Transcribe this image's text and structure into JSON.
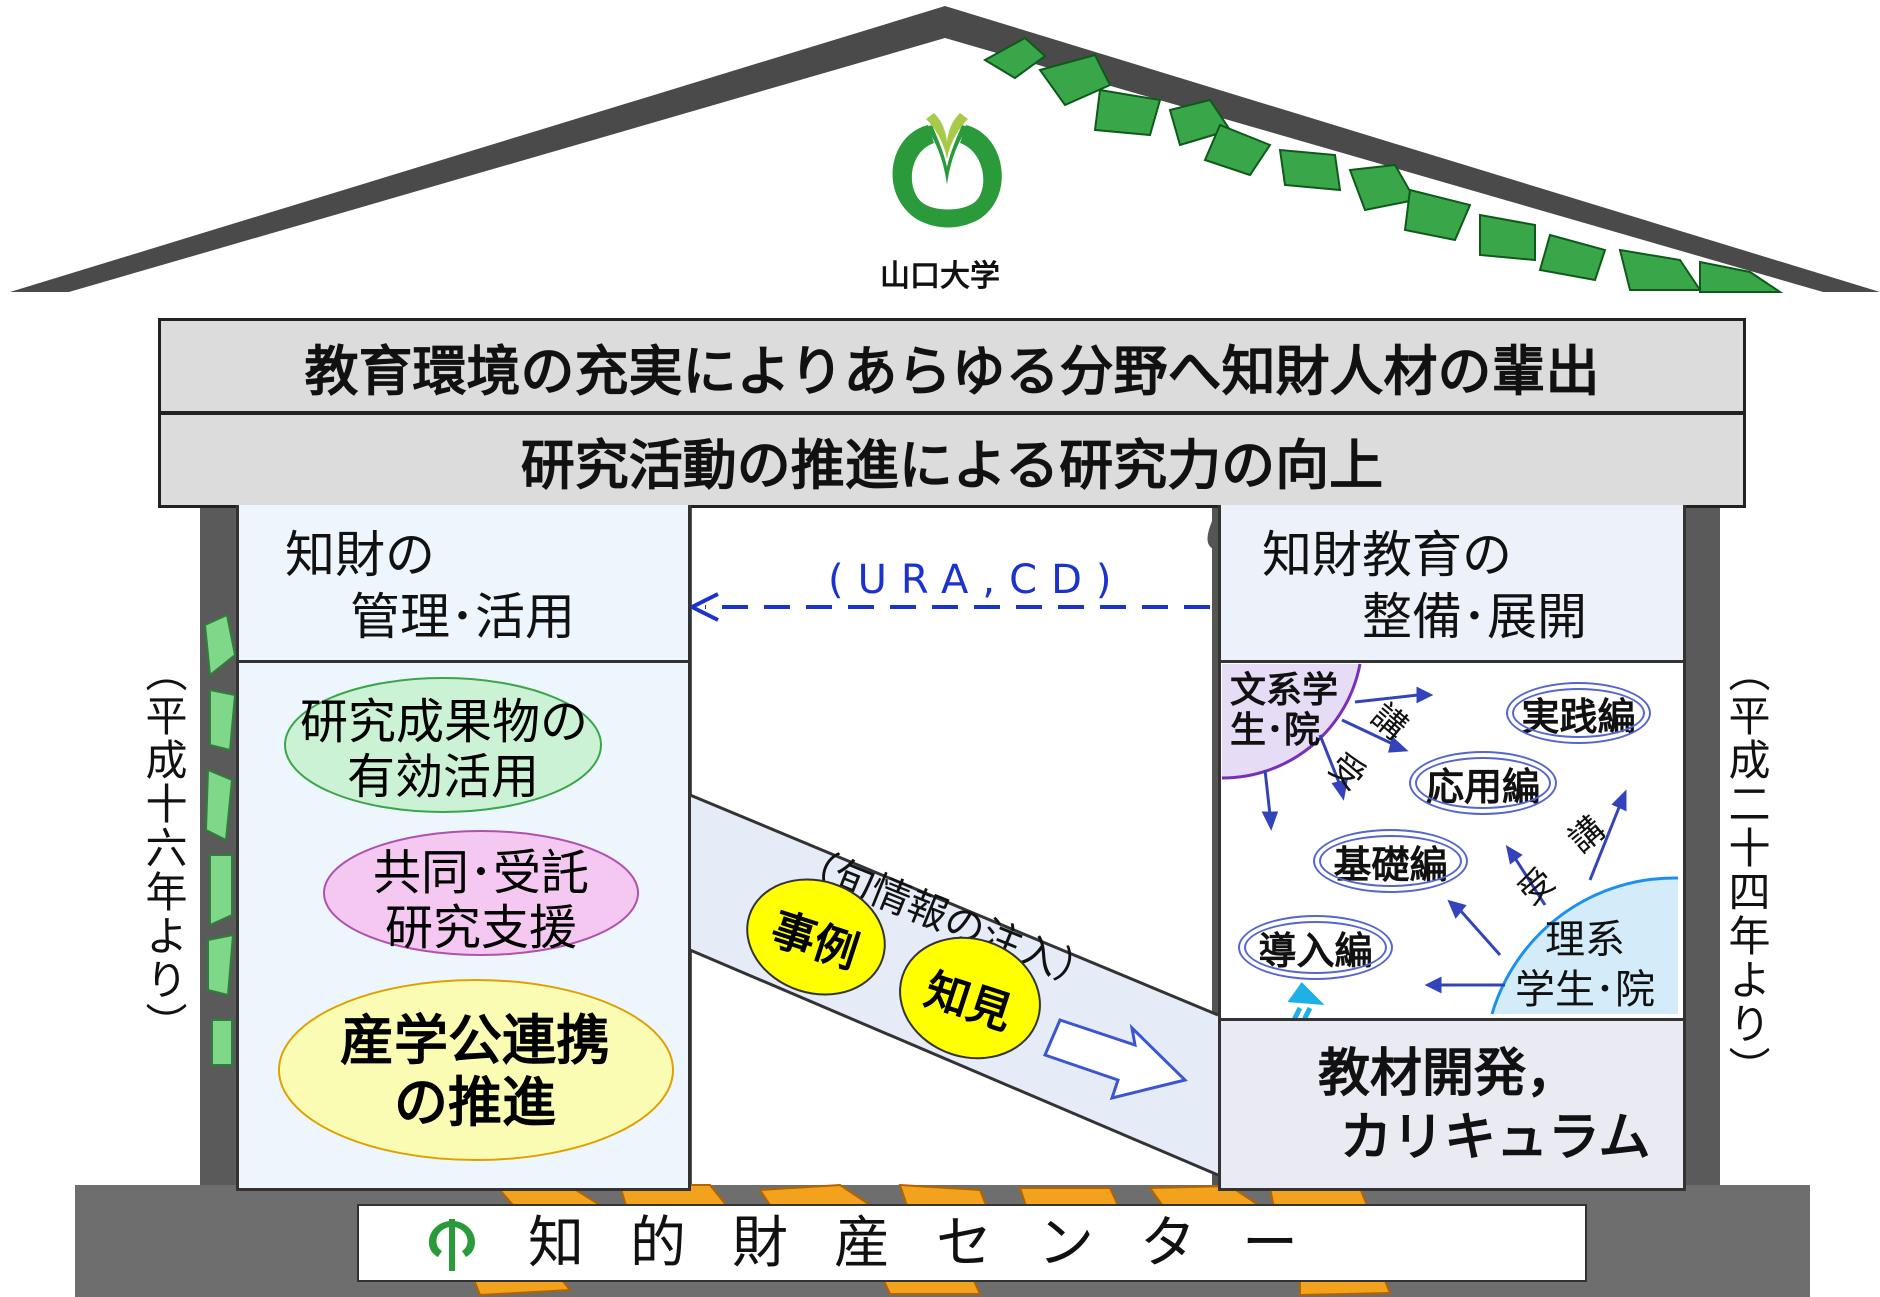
{
  "logo": {
    "name": "山口大学"
  },
  "banners": {
    "top": "教育環境の充実によりあらゆる分野へ知財人材の輩出",
    "second": "研究活動の推進による研究力の向上"
  },
  "left_panel": {
    "header_line1": "知財の",
    "header_line2": "管理･活用",
    "items": [
      {
        "line1": "研究成果物の",
        "line2": "有効活用",
        "color": "#ccf2d6"
      },
      {
        "line1": "共同･受託",
        "line2": "研究支援",
        "color": "#f4c8f0"
      },
      {
        "line1": "産学公連携",
        "line2": "の推進",
        "color": "#fafcb4"
      }
    ]
  },
  "right_panel": {
    "header_line1": "知財教育の",
    "header_line2": "整備･展開",
    "groups": {
      "humanities_line1": "文系学",
      "humanities_line2": "生･院",
      "science_line1": "理系",
      "science_line2": "学生･院"
    },
    "jukou_1": "受",
    "jukou_2": "講",
    "levels": [
      "実践編",
      "応用編",
      "基礎編",
      "導入編"
    ],
    "bottom_line1": "教材開発，",
    "bottom_line2": "カリキュラム"
  },
  "middle": {
    "link_label": "(URA,CD)",
    "flow_label": "（旬情報の注入）",
    "bubble_cases": "事例",
    "bubble_knowledge": "知見"
  },
  "side_labels": {
    "left": "（平成十六年より）",
    "right": "（平成二十四年より）"
  },
  "foundation": {
    "name": "知的財産センター"
  },
  "colors": {
    "green_leaf": "#2a9a3a",
    "link_blue": "#1b33cc",
    "bubble_yellow": "#ffff00",
    "humanities_purple": "#e6dcf5",
    "science_blue": "#d4ecfa"
  }
}
